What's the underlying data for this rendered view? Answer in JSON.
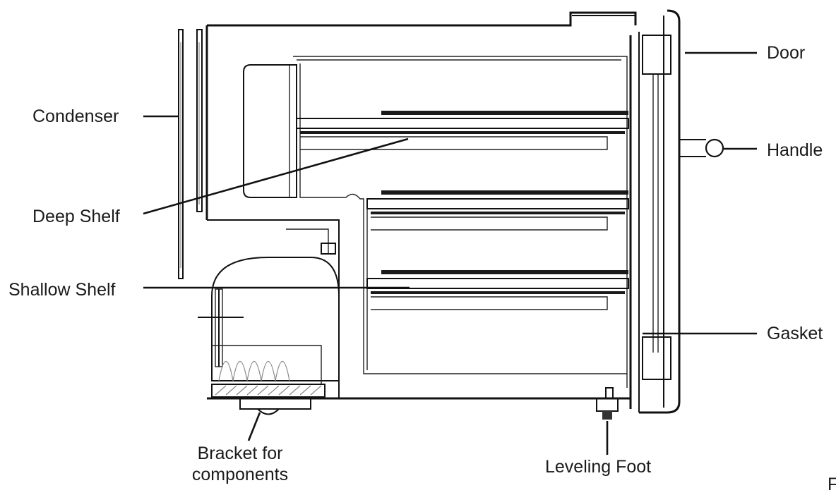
{
  "labels": {
    "door": "Door",
    "condenser": "Condenser",
    "handle": "Handle",
    "deep_shelf": "Deep Shelf",
    "shallow_shelf": "Shallow Shelf",
    "gasket": "Gasket",
    "bracket_line1": "Bracket for",
    "bracket_line2": "components",
    "leveling_foot": "Leveling Foot",
    "edge_fragment": "F"
  }
}
